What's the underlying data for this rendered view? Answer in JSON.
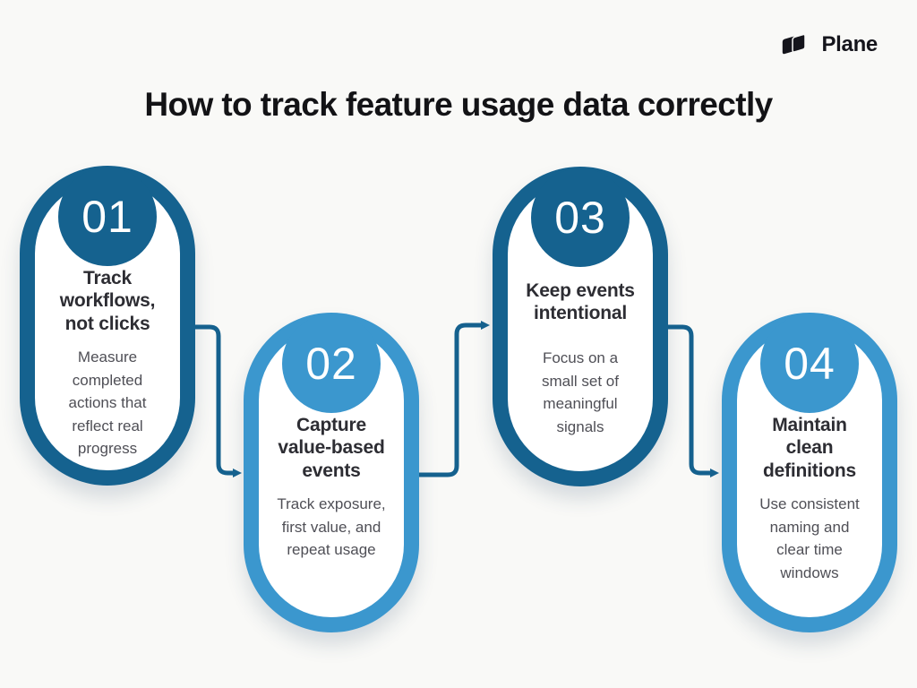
{
  "page": {
    "title": "How to track feature usage data correctly"
  },
  "brand": {
    "name": "Plane"
  },
  "colors": {
    "background": "#f9f9f7",
    "dark_blue": "#15628f",
    "light_blue": "#3b97ce",
    "connector": "#15618e",
    "heading_text": "#2d2d33",
    "body_text": "#4f4f56",
    "title_text": "#131316",
    "card_fill": "#ffffff"
  },
  "steps": [
    {
      "number": "01",
      "heading": "Track workflows, not clicks",
      "body": "Measure completed actions that reflect real progress",
      "theme": "dark"
    },
    {
      "number": "02",
      "heading": "Capture value-based events",
      "body": "Track exposure, first value, and repeat usage",
      "theme": "light"
    },
    {
      "number": "03",
      "heading": "Keep events intentional",
      "body": "Focus on a small set of meaningful signals",
      "theme": "dark"
    },
    {
      "number": "04",
      "heading": "Maintain clean definitions",
      "body": "Use consistent naming and clear time windows",
      "theme": "light"
    }
  ]
}
